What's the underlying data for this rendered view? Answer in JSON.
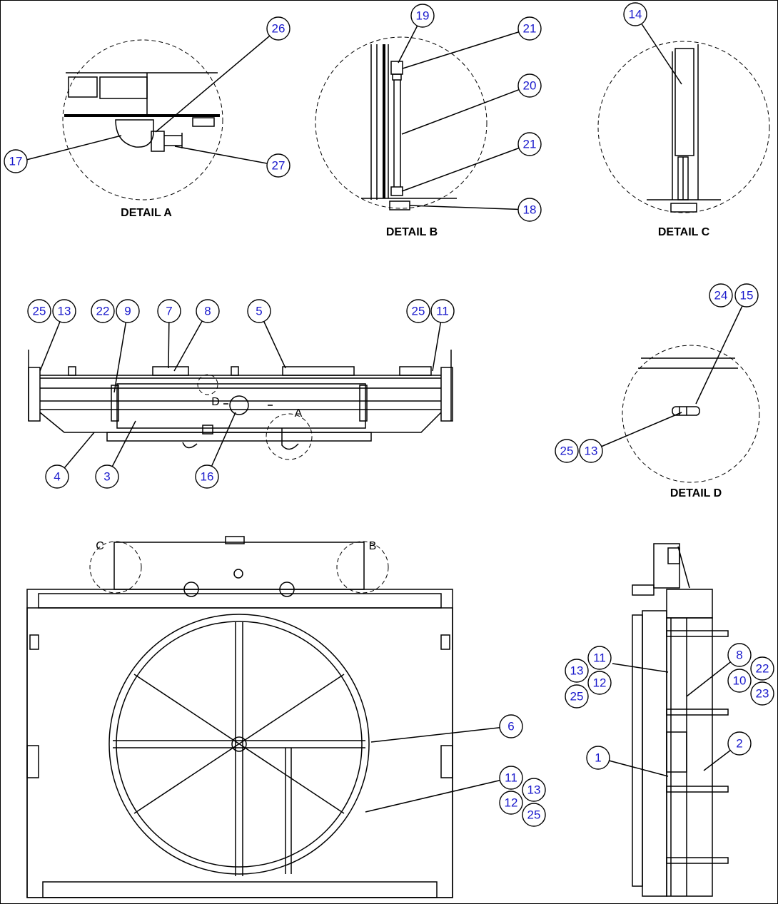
{
  "details": {
    "a": "DETAIL A",
    "b": "DETAIL B",
    "c": "DETAIL C",
    "d": "DETAIL D"
  },
  "view_letters": {
    "a": "A",
    "b": "B",
    "c": "C",
    "d": "D"
  },
  "callouts": {
    "c19": "19",
    "c26": "26",
    "c21a": "21",
    "c14": "14",
    "c20": "20",
    "c21b": "21",
    "c17": "17",
    "c27": "27",
    "c18": "18",
    "c25a": "25",
    "c13a": "13",
    "c22a": "22",
    "c9": "9",
    "c7": "7",
    "c8a": "8",
    "c5": "5",
    "c25b": "25",
    "c11a": "11",
    "c24": "24",
    "c15": "15",
    "c4": "4",
    "c3": "3",
    "c16": "16",
    "c25c": "25",
    "c13b": "13",
    "c11b": "11",
    "c13c": "13",
    "c12a": "12",
    "c25d": "25",
    "c8b": "8",
    "c22b": "22",
    "c10": "10",
    "c23": "23",
    "c6": "6",
    "c1": "1",
    "c2": "2",
    "c11c": "11",
    "c13d": "13",
    "c12b": "12",
    "c25e": "25"
  }
}
